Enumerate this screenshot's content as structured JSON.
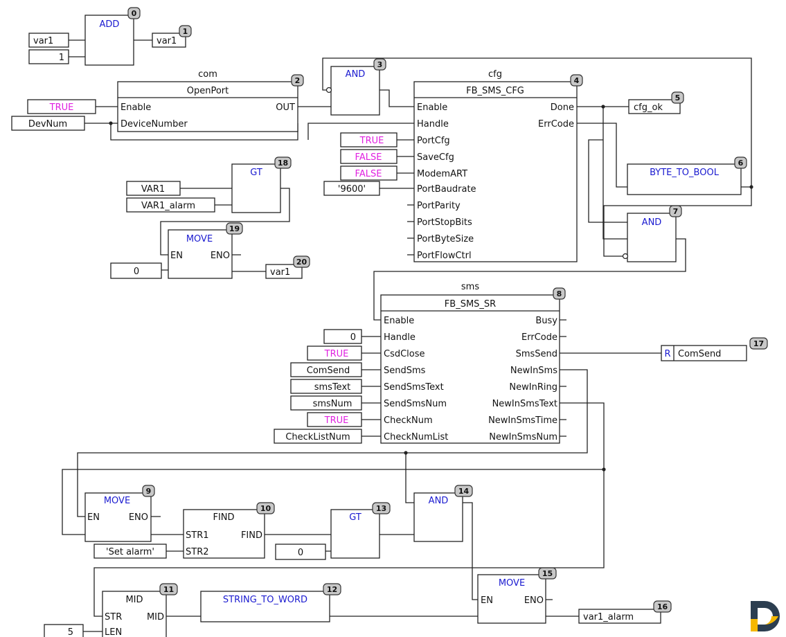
{
  "blocks": {
    "add0": {
      "name": "ADD",
      "badge": "0"
    },
    "openport": {
      "instance": "com",
      "name": "OpenPort",
      "badge": "2",
      "in_enable": "Enable",
      "in_devnum": "DeviceNumber",
      "out": "OUT"
    },
    "and3": {
      "name": "AND",
      "badge": "3"
    },
    "cfg": {
      "instance": "cfg",
      "name": "FB_SMS_CFG",
      "badge": "4",
      "inputs": [
        "Enable",
        "Handle",
        "PortCfg",
        "SaveCfg",
        "ModemART",
        "PortBaudrate",
        "PortParity",
        "PortStopBits",
        "PortByteSize",
        "PortFlowCtrl"
      ],
      "outputs": [
        "Done",
        "ErrCode"
      ]
    },
    "byte_to_bool": {
      "name": "BYTE_TO_BOOL",
      "badge": "6"
    },
    "and7": {
      "name": "AND",
      "badge": "7"
    },
    "gt18": {
      "name": "GT",
      "badge": "18"
    },
    "move19": {
      "name": "MOVE",
      "badge": "19",
      "in_en": "EN",
      "out_eno": "ENO"
    },
    "sms": {
      "instance": "sms",
      "name": "FB_SMS_SR",
      "badge": "8",
      "inputs": [
        "Enable",
        "Handle",
        "CsdClose",
        "SendSms",
        "SendSmsText",
        "SendSmsNum",
        "CheckNum",
        "CheckNumList"
      ],
      "outputs": [
        "Busy",
        "ErrCode",
        "SmsSend",
        "NewInSms",
        "NewInRing",
        "NewInSmsText",
        "NewInSmsTime",
        "NewInSmsNum"
      ]
    },
    "move9": {
      "name": "MOVE",
      "badge": "9",
      "in_en": "EN",
      "out_eno": "ENO"
    },
    "find10": {
      "name": "FIND",
      "badge": "10",
      "in1": "STR1",
      "in2": "STR2",
      "out": "FIND"
    },
    "gt13": {
      "name": "GT",
      "badge": "13"
    },
    "and14": {
      "name": "AND",
      "badge": "14"
    },
    "move15": {
      "name": "MOVE",
      "badge": "15",
      "in_en": "EN",
      "out_eno": "ENO"
    },
    "mid11": {
      "name": "MID",
      "badge": "11",
      "in1": "STR",
      "in2": "LEN",
      "out": "MID"
    },
    "str2word": {
      "name": "STRING_TO_WORD",
      "badge": "12"
    }
  },
  "variables": {
    "v_var1_in": "var1",
    "v_one": "1",
    "v_var1_out": "var1",
    "v_var1_out_badge": "1",
    "v_true_en": "TRUE",
    "v_devnum": "DevNum",
    "v_cfg_ok": "cfg_ok",
    "v_cfg_ok_badge": "5",
    "v_portcfg": "TRUE",
    "v_savecfg": "FALSE",
    "v_modemart": "FALSE",
    "v_baud": "'9600'",
    "v_VAR1": "VAR1",
    "v_VAR1_alarm": "VAR1_alarm",
    "v_zero_move19": "0",
    "v_var1_move19": "var1",
    "v_var1_move19_badge": "20",
    "v_handle0": "0",
    "v_csdclose": "TRUE",
    "v_comsend": "ComSend",
    "v_smstext": "smsText",
    "v_smsnum": "smsNum",
    "v_checknum": "TRUE",
    "v_checklistnum": "CheckListNum",
    "v_reset_flag": "R",
    "v_comsend_out": "ComSend",
    "v_comsend_out_badge": "17",
    "v_set_alarm": "'Set alarm'",
    "v_zero_gt13": "0",
    "v_var1_alarm_out": "var1_alarm",
    "v_var1_alarm_out_badge": "16",
    "v_five": "5"
  }
}
